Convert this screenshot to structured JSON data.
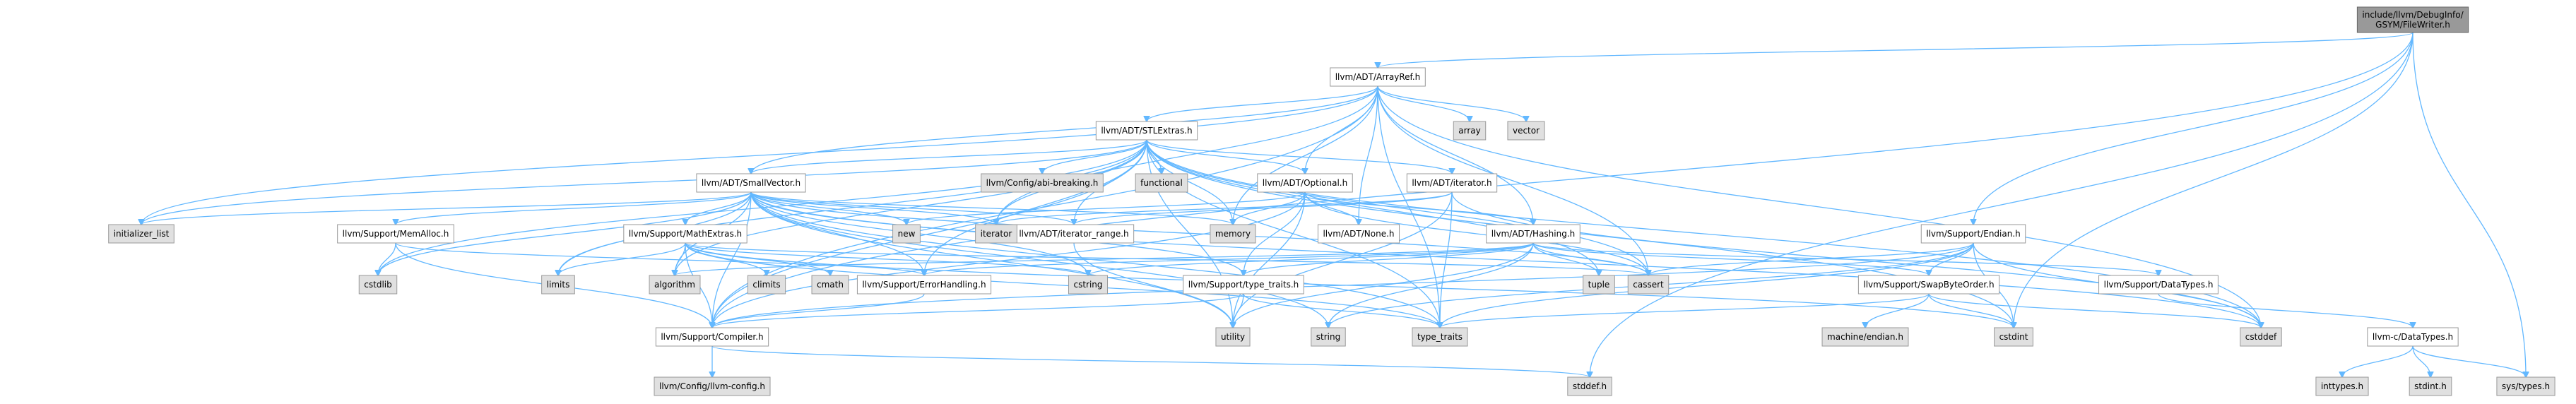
{
  "graph": {
    "nodes": [
      {
        "id": "root",
        "label": "include/llvm/DebugInfo/GSYM/FileWriter.h",
        "kind": "root"
      },
      {
        "id": "arrayref",
        "label": "llvm/ADT/ArrayRef.h",
        "kind": "local"
      },
      {
        "id": "stlextras",
        "label": "llvm/ADT/STLExtras.h",
        "kind": "local"
      },
      {
        "id": "smallvector",
        "label": "llvm/ADT/SmallVector.h",
        "kind": "local"
      },
      {
        "id": "optional",
        "label": "llvm/ADT/Optional.h",
        "kind": "local"
      },
      {
        "id": "iterator_h",
        "label": "llvm/ADT/iterator.h",
        "kind": "local"
      },
      {
        "id": "hashing",
        "label": "llvm/ADT/Hashing.h",
        "kind": "local"
      },
      {
        "id": "none_h",
        "label": "llvm/ADT/None.h",
        "kind": "local"
      },
      {
        "id": "iterator_range",
        "label": "llvm/ADT/iterator_range.h",
        "kind": "local"
      },
      {
        "id": "memalloc",
        "label": "llvm/Support/MemAlloc.h",
        "kind": "local"
      },
      {
        "id": "mathextras",
        "label": "llvm/Support/MathExtras.h",
        "kind": "local"
      },
      {
        "id": "errorhandling",
        "label": "llvm/Support/ErrorHandling.h",
        "kind": "local"
      },
      {
        "id": "type_traits_l",
        "label": "llvm/Support/type_traits.h",
        "kind": "local"
      },
      {
        "id": "compiler",
        "label": "llvm/Support/Compiler.h",
        "kind": "local"
      },
      {
        "id": "endian",
        "label": "llvm/Support/Endian.h",
        "kind": "local"
      },
      {
        "id": "swapbyteorder",
        "label": "llvm/Support/SwapByteOrder.h",
        "kind": "local"
      },
      {
        "id": "datatypes_s",
        "label": "llvm/Support/DataTypes.h",
        "kind": "local"
      },
      {
        "id": "c_datatypes",
        "label": "llvm-c/DataTypes.h",
        "kind": "local"
      },
      {
        "id": "array",
        "label": "array",
        "kind": "system"
      },
      {
        "id": "vector",
        "label": "vector",
        "kind": "system"
      },
      {
        "id": "abibreaking",
        "label": "llvm/Config/abi-breaking.h",
        "kind": "system"
      },
      {
        "id": "functional",
        "label": "functional",
        "kind": "system"
      },
      {
        "id": "initializer_list",
        "label": "initializer_list",
        "kind": "system"
      },
      {
        "id": "new",
        "label": "new",
        "kind": "system"
      },
      {
        "id": "iterator_s",
        "label": "iterator",
        "kind": "system"
      },
      {
        "id": "memory",
        "label": "memory",
        "kind": "system"
      },
      {
        "id": "cstdlib",
        "label": "cstdlib",
        "kind": "system"
      },
      {
        "id": "limits",
        "label": "limits",
        "kind": "system"
      },
      {
        "id": "algorithm",
        "label": "algorithm",
        "kind": "system"
      },
      {
        "id": "climits",
        "label": "climits",
        "kind": "system"
      },
      {
        "id": "cmath",
        "label": "cmath",
        "kind": "system"
      },
      {
        "id": "cstring",
        "label": "cstring",
        "kind": "system"
      },
      {
        "id": "cassert",
        "label": "cassert",
        "kind": "system"
      },
      {
        "id": "tuple",
        "label": "tuple",
        "kind": "system"
      },
      {
        "id": "utility",
        "label": "utility",
        "kind": "system"
      },
      {
        "id": "string",
        "label": "string",
        "kind": "system"
      },
      {
        "id": "type_traits_s",
        "label": "type_traits",
        "kind": "system"
      },
      {
        "id": "llvm_config",
        "label": "llvm/Config/llvm-config.h",
        "kind": "system"
      },
      {
        "id": "stddef_h",
        "label": "stddef.h",
        "kind": "system"
      },
      {
        "id": "machine_endian",
        "label": "machine/endian.h",
        "kind": "system"
      },
      {
        "id": "cstdint",
        "label": "cstdint",
        "kind": "system"
      },
      {
        "id": "cstddef",
        "label": "cstddef",
        "kind": "system"
      },
      {
        "id": "inttypes",
        "label": "inttypes.h",
        "kind": "system"
      },
      {
        "id": "stdint",
        "label": "stdint.h",
        "kind": "system"
      },
      {
        "id": "systypes",
        "label": "sys/types.h",
        "kind": "system"
      }
    ],
    "edges": [
      [
        "root",
        "arrayref"
      ],
      [
        "root",
        "endian"
      ],
      [
        "root",
        "compiler"
      ],
      [
        "root",
        "stddef_h"
      ],
      [
        "root",
        "systypes"
      ],
      [
        "root",
        "cstdint"
      ],
      [
        "arrayref",
        "stlextras"
      ],
      [
        "arrayref",
        "smallvector"
      ],
      [
        "arrayref",
        "array"
      ],
      [
        "arrayref",
        "vector"
      ],
      [
        "arrayref",
        "none_h"
      ],
      [
        "arrayref",
        "hashing"
      ],
      [
        "arrayref",
        "optional"
      ],
      [
        "arrayref",
        "memory"
      ],
      [
        "arrayref",
        "cassert"
      ],
      [
        "arrayref",
        "type_traits_s"
      ],
      [
        "arrayref",
        "iterator_s"
      ],
      [
        "arrayref",
        "initializer_list"
      ],
      [
        "arrayref",
        "cstddef"
      ],
      [
        "arrayref",
        "compiler"
      ],
      [
        "stlextras",
        "abibreaking"
      ],
      [
        "stlextras",
        "functional"
      ],
      [
        "stlextras",
        "optional"
      ],
      [
        "stlextras",
        "iterator_h"
      ],
      [
        "stlextras",
        "iterator_range"
      ],
      [
        "stlextras",
        "smallvector"
      ],
      [
        "stlextras",
        "memory"
      ],
      [
        "stlextras",
        "iterator_s"
      ],
      [
        "stlextras",
        "initializer_list"
      ],
      [
        "stlextras",
        "cassert"
      ],
      [
        "stlextras",
        "tuple"
      ],
      [
        "stlextras",
        "type_traits_s"
      ],
      [
        "stlextras",
        "utility"
      ],
      [
        "stlextras",
        "algorithm"
      ],
      [
        "stlextras",
        "cstdlib"
      ],
      [
        "stlextras",
        "limits"
      ],
      [
        "stlextras",
        "cstdint"
      ],
      [
        "stlextras",
        "cstddef"
      ],
      [
        "stlextras",
        "errorhandling"
      ],
      [
        "stlextras",
        "compiler"
      ],
      [
        "smallvector",
        "memalloc"
      ],
      [
        "smallvector",
        "mathextras"
      ],
      [
        "smallvector",
        "iterator_range"
      ],
      [
        "smallvector",
        "type_traits_l"
      ],
      [
        "smallvector",
        "compiler"
      ],
      [
        "smallvector",
        "errorhandling"
      ],
      [
        "smallvector",
        "initializer_list"
      ],
      [
        "smallvector",
        "new"
      ],
      [
        "smallvector",
        "iterator_s"
      ],
      [
        "smallvector",
        "memory"
      ],
      [
        "smallvector",
        "cstdlib"
      ],
      [
        "smallvector",
        "limits"
      ],
      [
        "smallvector",
        "algorithm"
      ],
      [
        "smallvector",
        "cstring"
      ],
      [
        "smallvector",
        "cassert"
      ],
      [
        "smallvector",
        "utility"
      ],
      [
        "smallvector",
        "type_traits_s"
      ],
      [
        "smallvector",
        "cstddef"
      ],
      [
        "smallvector",
        "string"
      ],
      [
        "optional",
        "hashing"
      ],
      [
        "optional",
        "none_h"
      ],
      [
        "optional",
        "type_traits_l"
      ],
      [
        "optional",
        "compiler"
      ],
      [
        "optional",
        "new"
      ],
      [
        "optional",
        "memory"
      ],
      [
        "optional",
        "cassert"
      ],
      [
        "optional",
        "utility"
      ],
      [
        "iterator_h",
        "iterator_range"
      ],
      [
        "iterator_h",
        "iterator_s"
      ],
      [
        "iterator_h",
        "cstddef"
      ],
      [
        "iterator_h",
        "type_traits_s"
      ],
      [
        "iterator_h",
        "utility"
      ],
      [
        "iterator_range",
        "utility"
      ],
      [
        "hashing",
        "errorhandling"
      ],
      [
        "hashing",
        "swapbyteorder"
      ],
      [
        "hashing",
        "type_traits_l"
      ],
      [
        "hashing",
        "algorithm"
      ],
      [
        "hashing",
        "cassert"
      ],
      [
        "hashing",
        "cstring"
      ],
      [
        "hashing",
        "string"
      ],
      [
        "hashing",
        "tuple"
      ],
      [
        "hashing",
        "utility"
      ],
      [
        "hashing",
        "datatypes_s"
      ],
      [
        "memalloc",
        "compiler"
      ],
      [
        "memalloc",
        "errorhandling"
      ],
      [
        "memalloc",
        "cstdlib"
      ],
      [
        "mathextras",
        "compiler"
      ],
      [
        "mathextras",
        "algorithm"
      ],
      [
        "mathextras",
        "cassert"
      ],
      [
        "mathextras",
        "climits"
      ],
      [
        "mathextras",
        "cmath"
      ],
      [
        "mathextras",
        "cstdint"
      ],
      [
        "mathextras",
        "cstring"
      ],
      [
        "mathextras",
        "limits"
      ],
      [
        "mathextras",
        "type_traits_s"
      ],
      [
        "errorhandling",
        "compiler"
      ],
      [
        "type_traits_l",
        "compiler"
      ],
      [
        "type_traits_l",
        "type_traits_s"
      ],
      [
        "type_traits_l",
        "utility"
      ],
      [
        "compiler",
        "llvm_config"
      ],
      [
        "compiler",
        "stddef_h"
      ],
      [
        "endian",
        "compiler"
      ],
      [
        "endian",
        "swapbyteorder"
      ],
      [
        "endian",
        "cassert"
      ],
      [
        "endian",
        "cstddef"
      ],
      [
        "endian",
        "cstdint"
      ],
      [
        "endian",
        "type_traits_s"
      ],
      [
        "endian",
        "string"
      ],
      [
        "swapbyteorder",
        "machine_endian"
      ],
      [
        "swapbyteorder",
        "cstddef"
      ],
      [
        "swapbyteorder",
        "cstdint"
      ],
      [
        "swapbyteorder",
        "type_traits_s"
      ],
      [
        "datatypes_s",
        "c_datatypes"
      ],
      [
        "c_datatypes",
        "inttypes"
      ],
      [
        "c_datatypes",
        "stdint"
      ],
      [
        "c_datatypes",
        "systypes"
      ]
    ]
  }
}
